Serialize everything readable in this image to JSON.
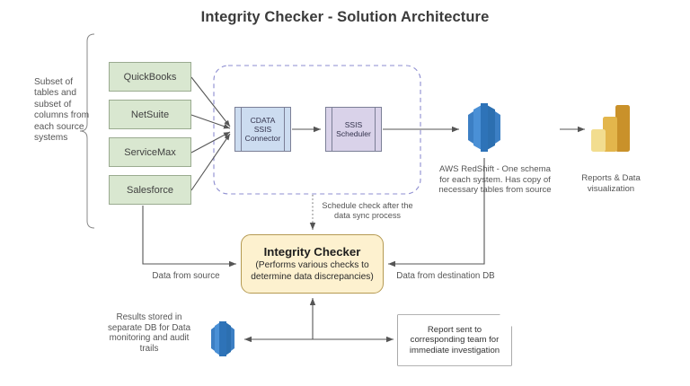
{
  "title": "Integrity Checker - Solution Architecture",
  "source_systems": {
    "brace_label": "Subset of tables and subset of columns from each source systems",
    "items": [
      {
        "label": "QuickBooks"
      },
      {
        "label": "NetSuite"
      },
      {
        "label": "ServiceMax"
      },
      {
        "label": "Salesforce"
      }
    ]
  },
  "pipeline": {
    "connector": {
      "line1": "CDATA",
      "line2": "SSIS",
      "line3": "Connector"
    },
    "scheduler": {
      "line1": "SSIS",
      "line2": "Scheduler"
    }
  },
  "warehouse": {
    "icon": "aws-redshift-icon",
    "caption": "AWS RedShift - One schema for each system. Has copy of necessary tables from source"
  },
  "reporting": {
    "icon": "power-bi-icon",
    "caption": "Reports & Data visualization"
  },
  "integrity_checker": {
    "title": "Integrity Checker",
    "subtitle": "(Performs various checks to determine data discrepancies)"
  },
  "annotations": {
    "schedule_check": "Schedule check after the data sync process",
    "data_from_source": "Data from source",
    "data_from_destination": "Data from destination DB",
    "results_stored": "Results stored in separate DB for Data monitoring and audit trails"
  },
  "report_document": {
    "text": "Report sent to corresponding team for immediate investigation"
  },
  "colors": {
    "source_box_fill": "#d9e7d0",
    "source_box_stroke": "#9aab90",
    "connector_fill": "#ccdcf0",
    "scheduler_fill": "#d9d2e9",
    "integrity_fill": "#fdf1cf",
    "integrity_stroke": "#b59a52",
    "dashed_container_stroke": "#8c8cd0",
    "redshift_blue": "#2e73b8",
    "powerbi_gold": "#c9912a",
    "line": "#555555"
  }
}
